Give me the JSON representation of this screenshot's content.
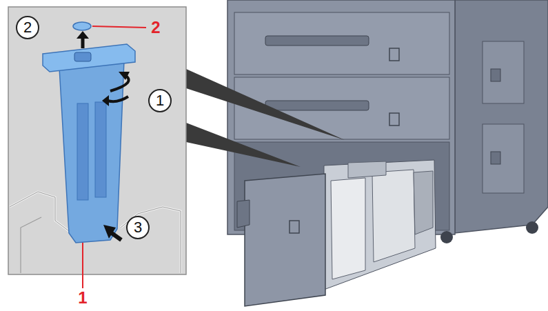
{
  "diagram": {
    "nodes": [
      {
        "text": [
          "2"
        ]
      },
      {
        "text": [
          "1"
        ]
      },
      {
        "text": [
          "3"
        ]
      }
    ],
    "labels": [
      "2",
      "1"
    ]
  }
}
